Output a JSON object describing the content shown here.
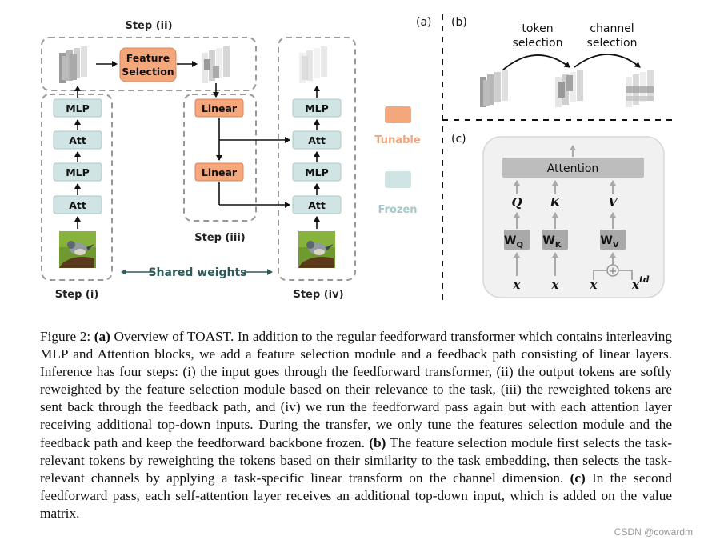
{
  "diagram": {
    "panels": {
      "a": "(a)",
      "b": "(b)",
      "c": "(c)"
    },
    "steps": {
      "i": "Step (i)",
      "ii": "Step (ii)",
      "iii": "Step (iii)",
      "iv": "Step (iv)"
    },
    "blocks": {
      "mlp": "MLP",
      "att": "Att",
      "linear": "Linear",
      "feature_selection_line1": "Feature",
      "feature_selection_line2": "Selection"
    },
    "legend": {
      "tunable": "Tunable",
      "frozen": "Frozen"
    },
    "shared_weights": "Shared weights",
    "token_selection": [
      "token",
      "selection"
    ],
    "channel_selection": [
      "channel",
      "selection"
    ],
    "attention": "Attention",
    "qkv": {
      "q": "Q",
      "k": "K",
      "v": "V"
    },
    "w_main": "W",
    "w_sub": {
      "q": "Q",
      "k": "K",
      "v": "V"
    },
    "x": "x",
    "xtd_base": "x",
    "xtd_sup": "td",
    "plus": "+",
    "colors": {
      "tunable": "#f5a77c",
      "frozen": "#cfe4e3",
      "attention": "#bdbdbd",
      "dashed": "#999999"
    }
  },
  "caption": {
    "label": "Figure 2:",
    "a_tag": "(a)",
    "a_text": " Overview of TOAST. In addition to the regular feedforward transformer which contains interleaving MLP and Attention blocks, we add a feature selection module and a feedback path consisting of linear layers. Inference has four steps: (i) the input goes through the feedforward transformer, (ii) the output tokens are softly reweighted by the feature selection module based on their relevance to the task, (iii) the reweighted tokens are sent back through the feedback path, and (iv) we run the feedforward pass again but with each attention layer receiving additional top-down inputs. During the transfer, we only tune the features selection module and the feedback path and keep the feedforward backbone frozen.",
    "b_tag": "(b)",
    "b_text": " The feature selection module first selects the task-relevant tokens by reweighting the tokens based on their similarity to the task embedding, then selects the task-relevant channels by applying a task-specific linear transform on the channel dimension.",
    "c_tag": "(c)",
    "c_text": " In the second feedforward pass, each self-attention layer receives an additional top-down input, which is added on the value matrix."
  },
  "watermark": "CSDN @cowardm"
}
